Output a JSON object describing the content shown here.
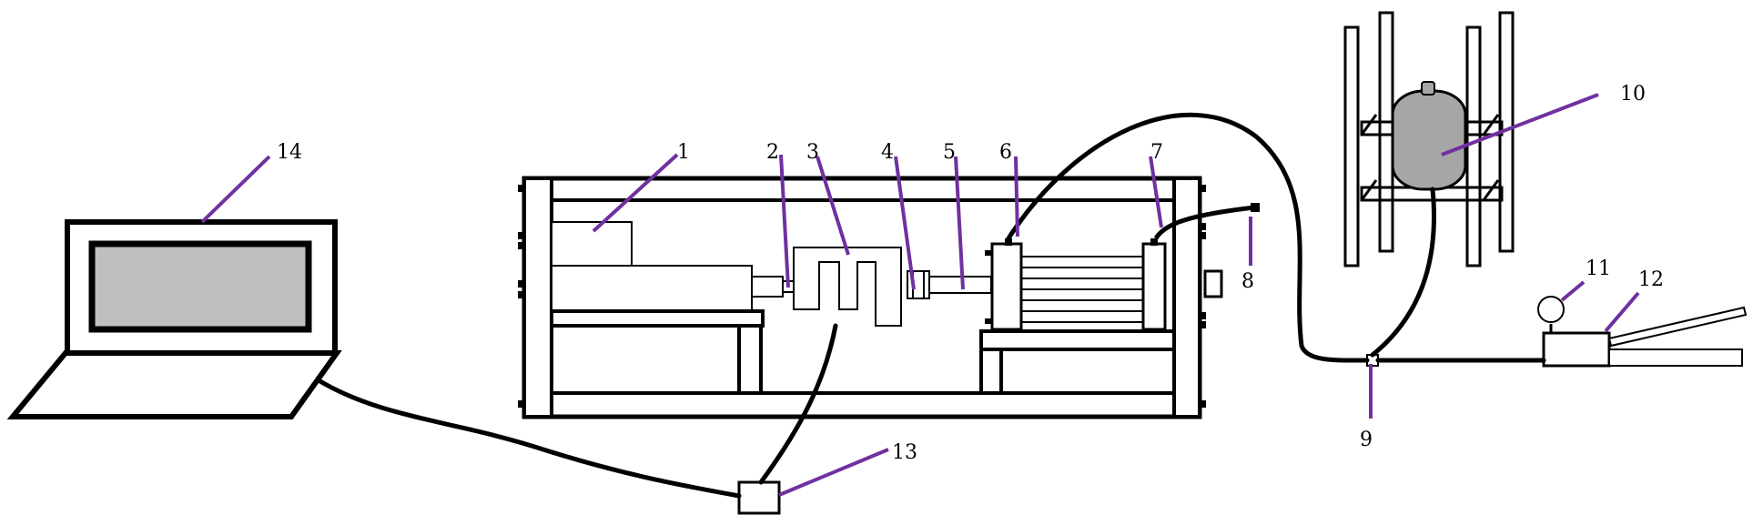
{
  "labels": {
    "n1": "1",
    "n2": "2",
    "n3": "3",
    "n4": "4",
    "n5": "5",
    "n6": "6",
    "n7": "7",
    "n8": "8",
    "n9": "9",
    "n10": "10",
    "n11": "11",
    "n12": "12",
    "n13": "13",
    "n14": "14"
  },
  "colors": {
    "leader": "#7030a0",
    "screen": "#bfbfbf",
    "tank": "#a6a6a6",
    "line": "#000000"
  }
}
